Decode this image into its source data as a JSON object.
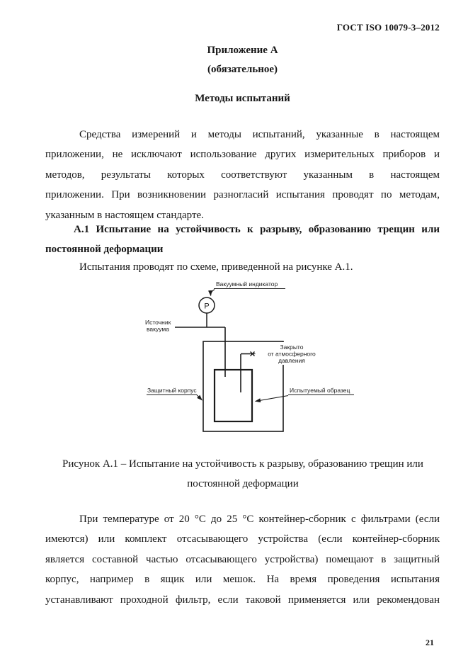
{
  "page": {
    "header": "ГОСТ ISO 10079-3–2012",
    "page_number": "21"
  },
  "appendix": {
    "title": "Приложение А",
    "subtitle": "(обязательное)",
    "section_title": "Методы испытаний"
  },
  "paragraphs": {
    "intro_lines": [
      "Средства измерений и методы испытаний, указанные в настоящем",
      "приложении, не исключают использование других измерительных приборов и",
      "методов, результаты которых соответствуют указанным в настоящем",
      "приложении. При возникновении разногласий испытания проводят по методам,",
      "указанным в настоящем стандарте."
    ],
    "heading_a1_lines": [
      "А.1 Испытание на устойчивость к разрыву, образованию трещин или",
      "постоянной деформации"
    ],
    "scheme_note": "Испытания проводят по схеме, приведенной на рисунке А.1.",
    "body_lines": [
      "При температуре от 20 °С до 25 °С контейнер-сборник с фильтрами (если",
      "имеются) или комплект отсасывающего устройства (если контейнер-сборник",
      "является составной частью отсасывающего устройства) помещают в защитный",
      "корпус, например в ящик или мешок. На время проведения испытания",
      "устанавливают проходной фильтр, если таковой применяется или рекомендован"
    ]
  },
  "figure": {
    "caption_lines": [
      "Рисунок А.1 – Испытание на устойчивость к разрыву, образованию трещин или",
      "постоянной деформации"
    ],
    "labels": {
      "vacuum_indicator": "Вакуумный индикатор",
      "vacuum_source_1": "Источник",
      "vacuum_source_2": "вакуума",
      "closed_1": "Закрыто",
      "closed_2": "от атмосферного",
      "closed_3": "давления",
      "protective_housing": "Защитный корпус",
      "test_specimen": "Испытуемый образец",
      "gauge_letter": "Р"
    }
  }
}
